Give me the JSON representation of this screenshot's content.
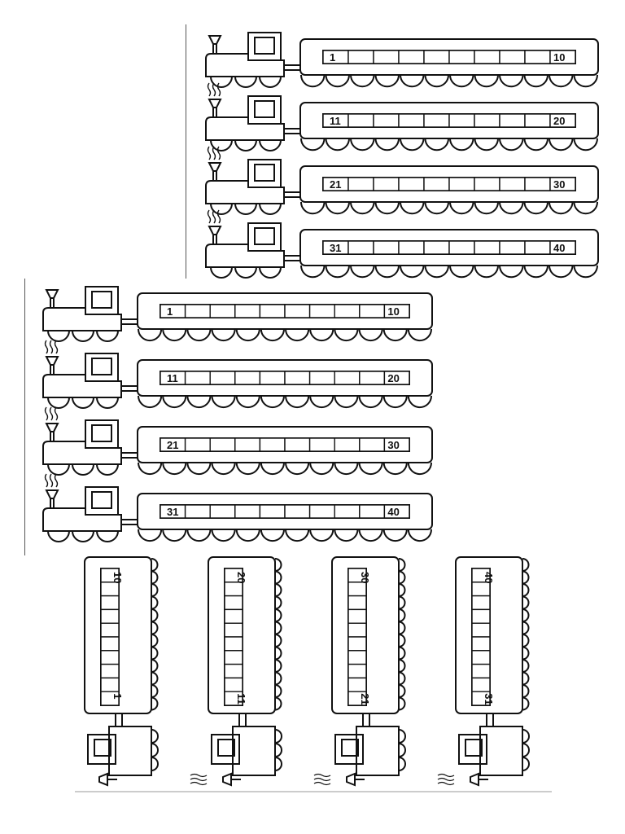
{
  "sheets": [
    {
      "id": "sheet-a",
      "rows": [
        {
          "start": "1",
          "end": "10"
        },
        {
          "start": "11",
          "end": "20"
        },
        {
          "start": "21",
          "end": "30"
        },
        {
          "start": "31",
          "end": "40"
        }
      ]
    },
    {
      "id": "sheet-b",
      "rows": [
        {
          "start": "1",
          "end": "10"
        },
        {
          "start": "11",
          "end": "20"
        },
        {
          "start": "21",
          "end": "30"
        },
        {
          "start": "31",
          "end": "40"
        }
      ]
    },
    {
      "id": "sheet-c",
      "rows": [
        {
          "start": "1",
          "end": "10"
        },
        {
          "start": "11",
          "end": "20"
        },
        {
          "start": "21",
          "end": "30"
        },
        {
          "start": "31",
          "end": "40"
        }
      ]
    }
  ],
  "cells_per_car": 10,
  "icons": [
    "train-engine-icon",
    "smoke-icon",
    "wheel-icon"
  ]
}
